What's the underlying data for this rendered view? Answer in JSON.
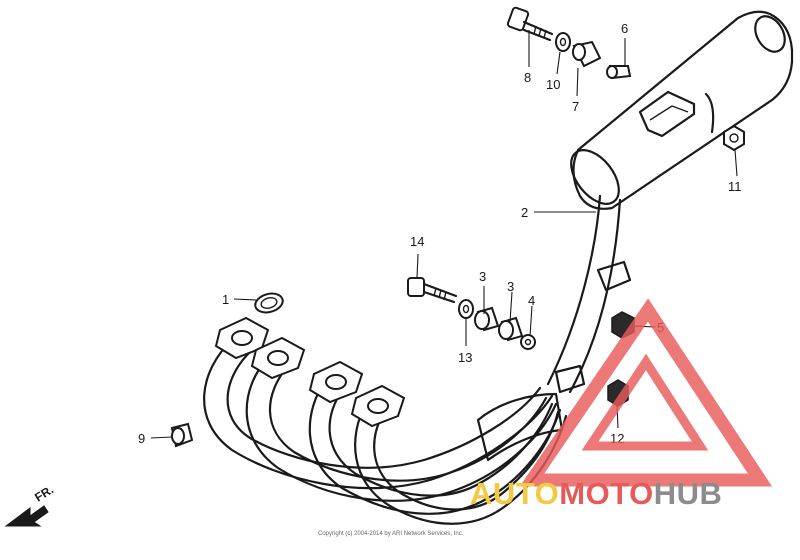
{
  "callouts": {
    "c1": "1",
    "c2": "2",
    "c3a": "3",
    "c3b": "3",
    "c4": "4",
    "c5": "5",
    "c6": "6",
    "c7": "7",
    "c8": "8",
    "c9": "9",
    "c10": "10",
    "c11": "11",
    "c12": "12",
    "c13": "13",
    "c14": "14"
  },
  "direction_label": "FR.",
  "watermark": {
    "brand_part1": "AUTO",
    "brand_part2": "MOTO",
    "brand_part3": "HUB",
    "colors": {
      "yellow": "#f5c842",
      "red": "#e85a5a",
      "gray": "#8c8c8c"
    }
  },
  "copyright": "Copyright (c) 2004-2014 by ARI Network Services, Inc."
}
